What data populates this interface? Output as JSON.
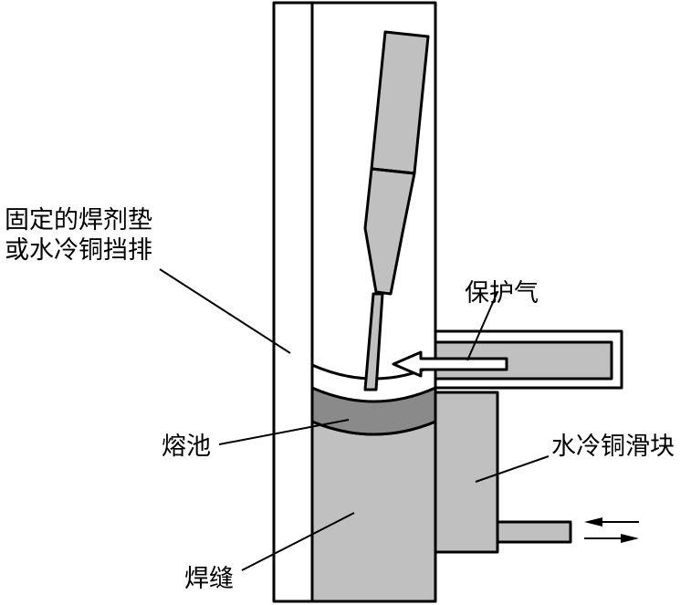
{
  "labels": {
    "fixed_backing_line1": "固定的焊剂垫",
    "fixed_backing_line2": "或水冷铜挡排",
    "shielding_gas": "保护气",
    "weld_pool": "熔池",
    "cooled_copper_shoe": "水冷铜滑块",
    "weld_seam": "焊缝"
  },
  "colors": {
    "fill_gray": "#c0c0c0",
    "pool_gray": "#8a8a8a",
    "outline": "#000000",
    "background": "#ffffff"
  }
}
